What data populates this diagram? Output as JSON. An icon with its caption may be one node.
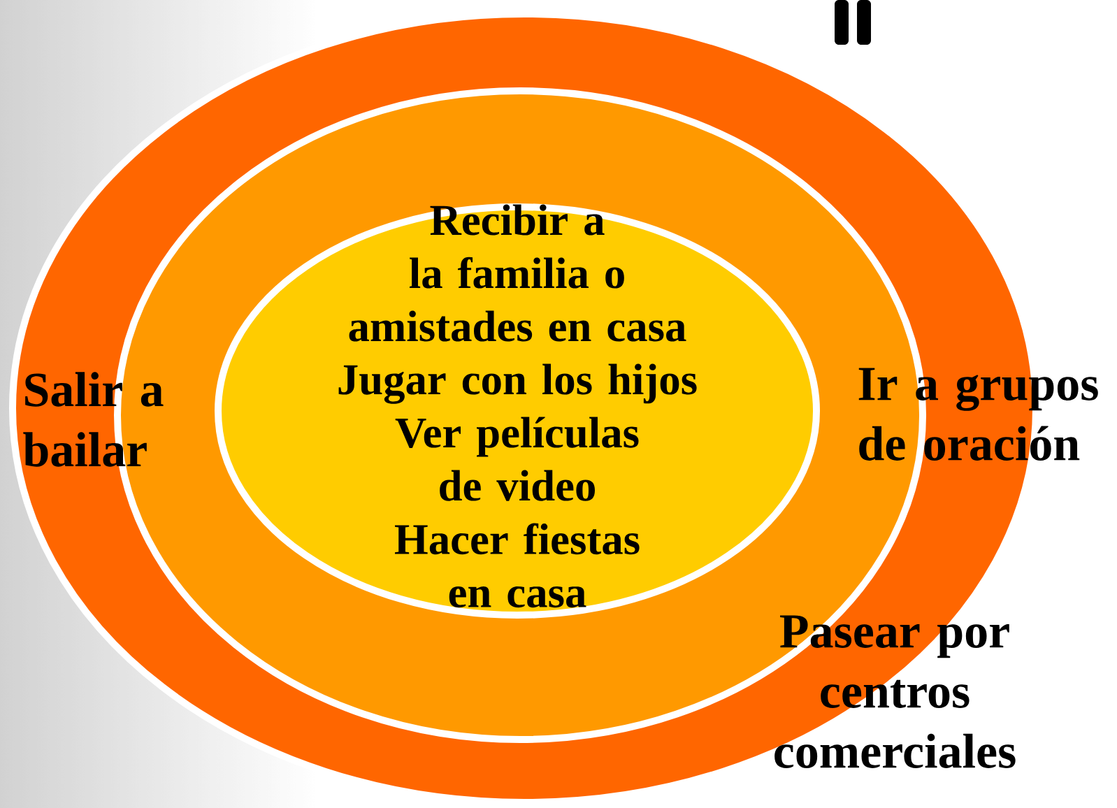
{
  "diagram": {
    "nodes": [
      {
        "text": [
          "Salir a bailar",
          "Ir a grupos de oración",
          "Pasear por centros comerciales"
        ]
      },
      {
        "text": [],
        "shape": "ellipse",
        "in": 0
      },
      {
        "text": [
          "Recibir a la familia o amistades en casa",
          "Jugar con los hijos",
          "Ver películas de video",
          "Hacer fiestas en casa"
        ],
        "in": 1
      }
    ],
    "edges": []
  }
}
